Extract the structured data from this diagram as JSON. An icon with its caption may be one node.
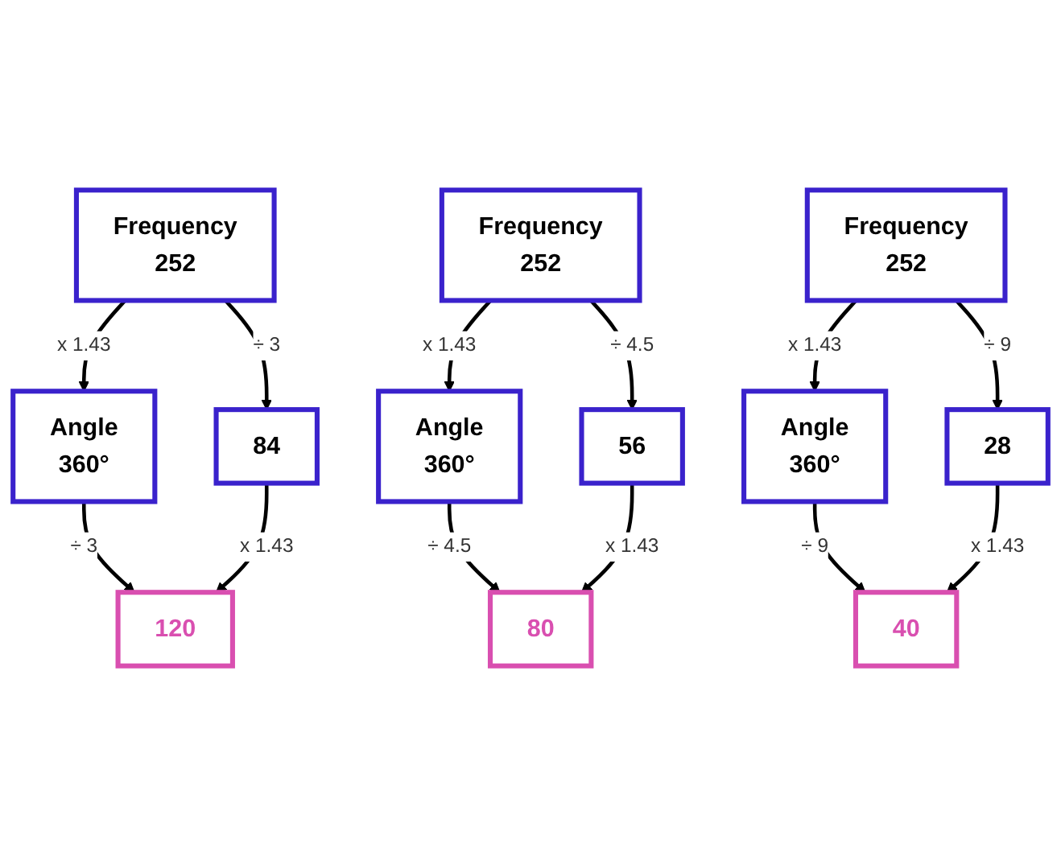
{
  "diagram": {
    "nodes": [
      {
        "text": [
          "Frequency",
          "252"
        ]
      },
      {
        "text": [
          "Angle",
          "360°"
        ]
      },
      {
        "text": [
          "84"
        ]
      },
      {
        "text": [
          "120"
        ]
      },
      {
        "text": [
          "Frequency",
          "252"
        ]
      },
      {
        "text": [
          "Angle",
          "360°"
        ]
      },
      {
        "text": [
          "56"
        ]
      },
      {
        "text": [
          "80"
        ]
      },
      {
        "text": [
          "Frequency",
          "252"
        ]
      },
      {
        "text": [
          "Angle",
          "360°"
        ]
      },
      {
        "text": [
          "28"
        ]
      },
      {
        "text": [
          "40"
        ]
      }
    ],
    "edges": [
      {
        "from": 0,
        "to": 1,
        "arrow": "to",
        "label": "x 1.43"
      },
      {
        "from": 0,
        "to": 2,
        "arrow": "to",
        "label": "÷ 3"
      },
      {
        "from": 1,
        "to": 3,
        "arrow": "to",
        "label": "÷ 3"
      },
      {
        "from": 2,
        "to": 3,
        "arrow": "to",
        "label": "x 1.43"
      },
      {
        "from": 4,
        "to": 5,
        "arrow": "to",
        "label": "x 1.43"
      },
      {
        "from": 4,
        "to": 6,
        "arrow": "to",
        "label": "÷ 4.5"
      },
      {
        "from": 5,
        "to": 7,
        "arrow": "to",
        "label": "÷ 4.5"
      },
      {
        "from": 6,
        "to": 7,
        "arrow": "to",
        "label": "x 1.43"
      },
      {
        "from": 8,
        "to": 9,
        "arrow": "to",
        "label": "x 1.43"
      },
      {
        "from": 8,
        "to": 10,
        "arrow": "to",
        "label": "÷ 9"
      },
      {
        "from": 9,
        "to": 11,
        "arrow": "to",
        "label": "÷ 9"
      },
      {
        "from": 10,
        "to": 11,
        "arrow": "to",
        "label": "x 1.43"
      }
    ]
  }
}
